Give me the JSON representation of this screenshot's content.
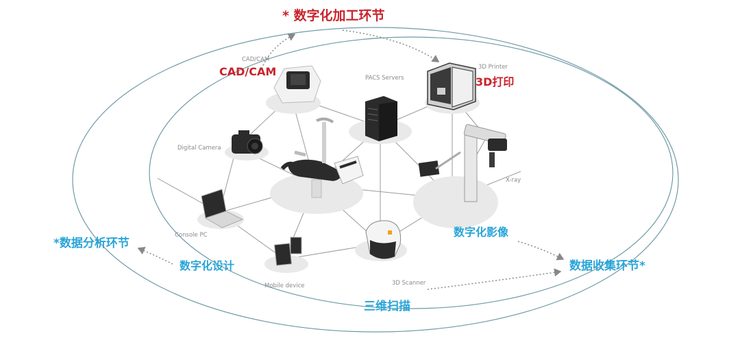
{
  "stages": {
    "processing": "* 数字化加工环节",
    "analysis": "*数据分析环节",
    "collection": "数据收集环节*"
  },
  "callouts": {
    "cadcam": "CAD/CAM",
    "printing": "3D打印",
    "imaging": "数字化影像",
    "design": "数字化设计",
    "scanning": "三维扫描"
  },
  "devices": {
    "cadcam": "CAD/CAM",
    "pacs": "PACS Servers",
    "printer": "3D Printer",
    "camera": "Digital Camera",
    "xray": "X-ray",
    "pc": "Console PC",
    "mobile": "Mobile device",
    "scanner": "3D Scanner"
  },
  "colors": {
    "red": "#c8242b",
    "blue": "#2aa4d8",
    "ellipse": "#6f9aa6",
    "platform": "#e9e9e9",
    "device_dark": "#2b2b2b"
  }
}
